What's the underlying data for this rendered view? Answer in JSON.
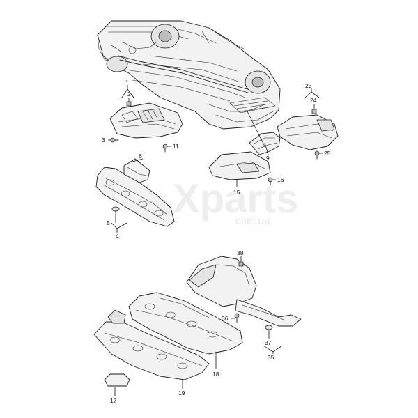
{
  "watermark": {
    "brand": "Xparts",
    "domain": "com.ua"
  },
  "callouts": [
    {
      "id": "1",
      "label": "1"
    },
    {
      "id": "2",
      "label": "2"
    },
    {
      "id": "3",
      "label": "3"
    },
    {
      "id": "4",
      "label": "4"
    },
    {
      "id": "5",
      "label": "5"
    },
    {
      "id": "6",
      "label": "6"
    },
    {
      "id": "9",
      "label": "9"
    },
    {
      "id": "11",
      "label": "11"
    },
    {
      "id": "15",
      "label": "15"
    },
    {
      "id": "16",
      "label": "16"
    },
    {
      "id": "17",
      "label": "17"
    },
    {
      "id": "18",
      "label": "18"
    },
    {
      "id": "19",
      "label": "19"
    },
    {
      "id": "23",
      "label": "23"
    },
    {
      "id": "24",
      "label": "24"
    },
    {
      "id": "25",
      "label": "25"
    },
    {
      "id": "35",
      "label": "35"
    },
    {
      "id": "36",
      "label": "36"
    },
    {
      "id": "37",
      "label": "37"
    },
    {
      "id": "38",
      "label": "38"
    }
  ]
}
